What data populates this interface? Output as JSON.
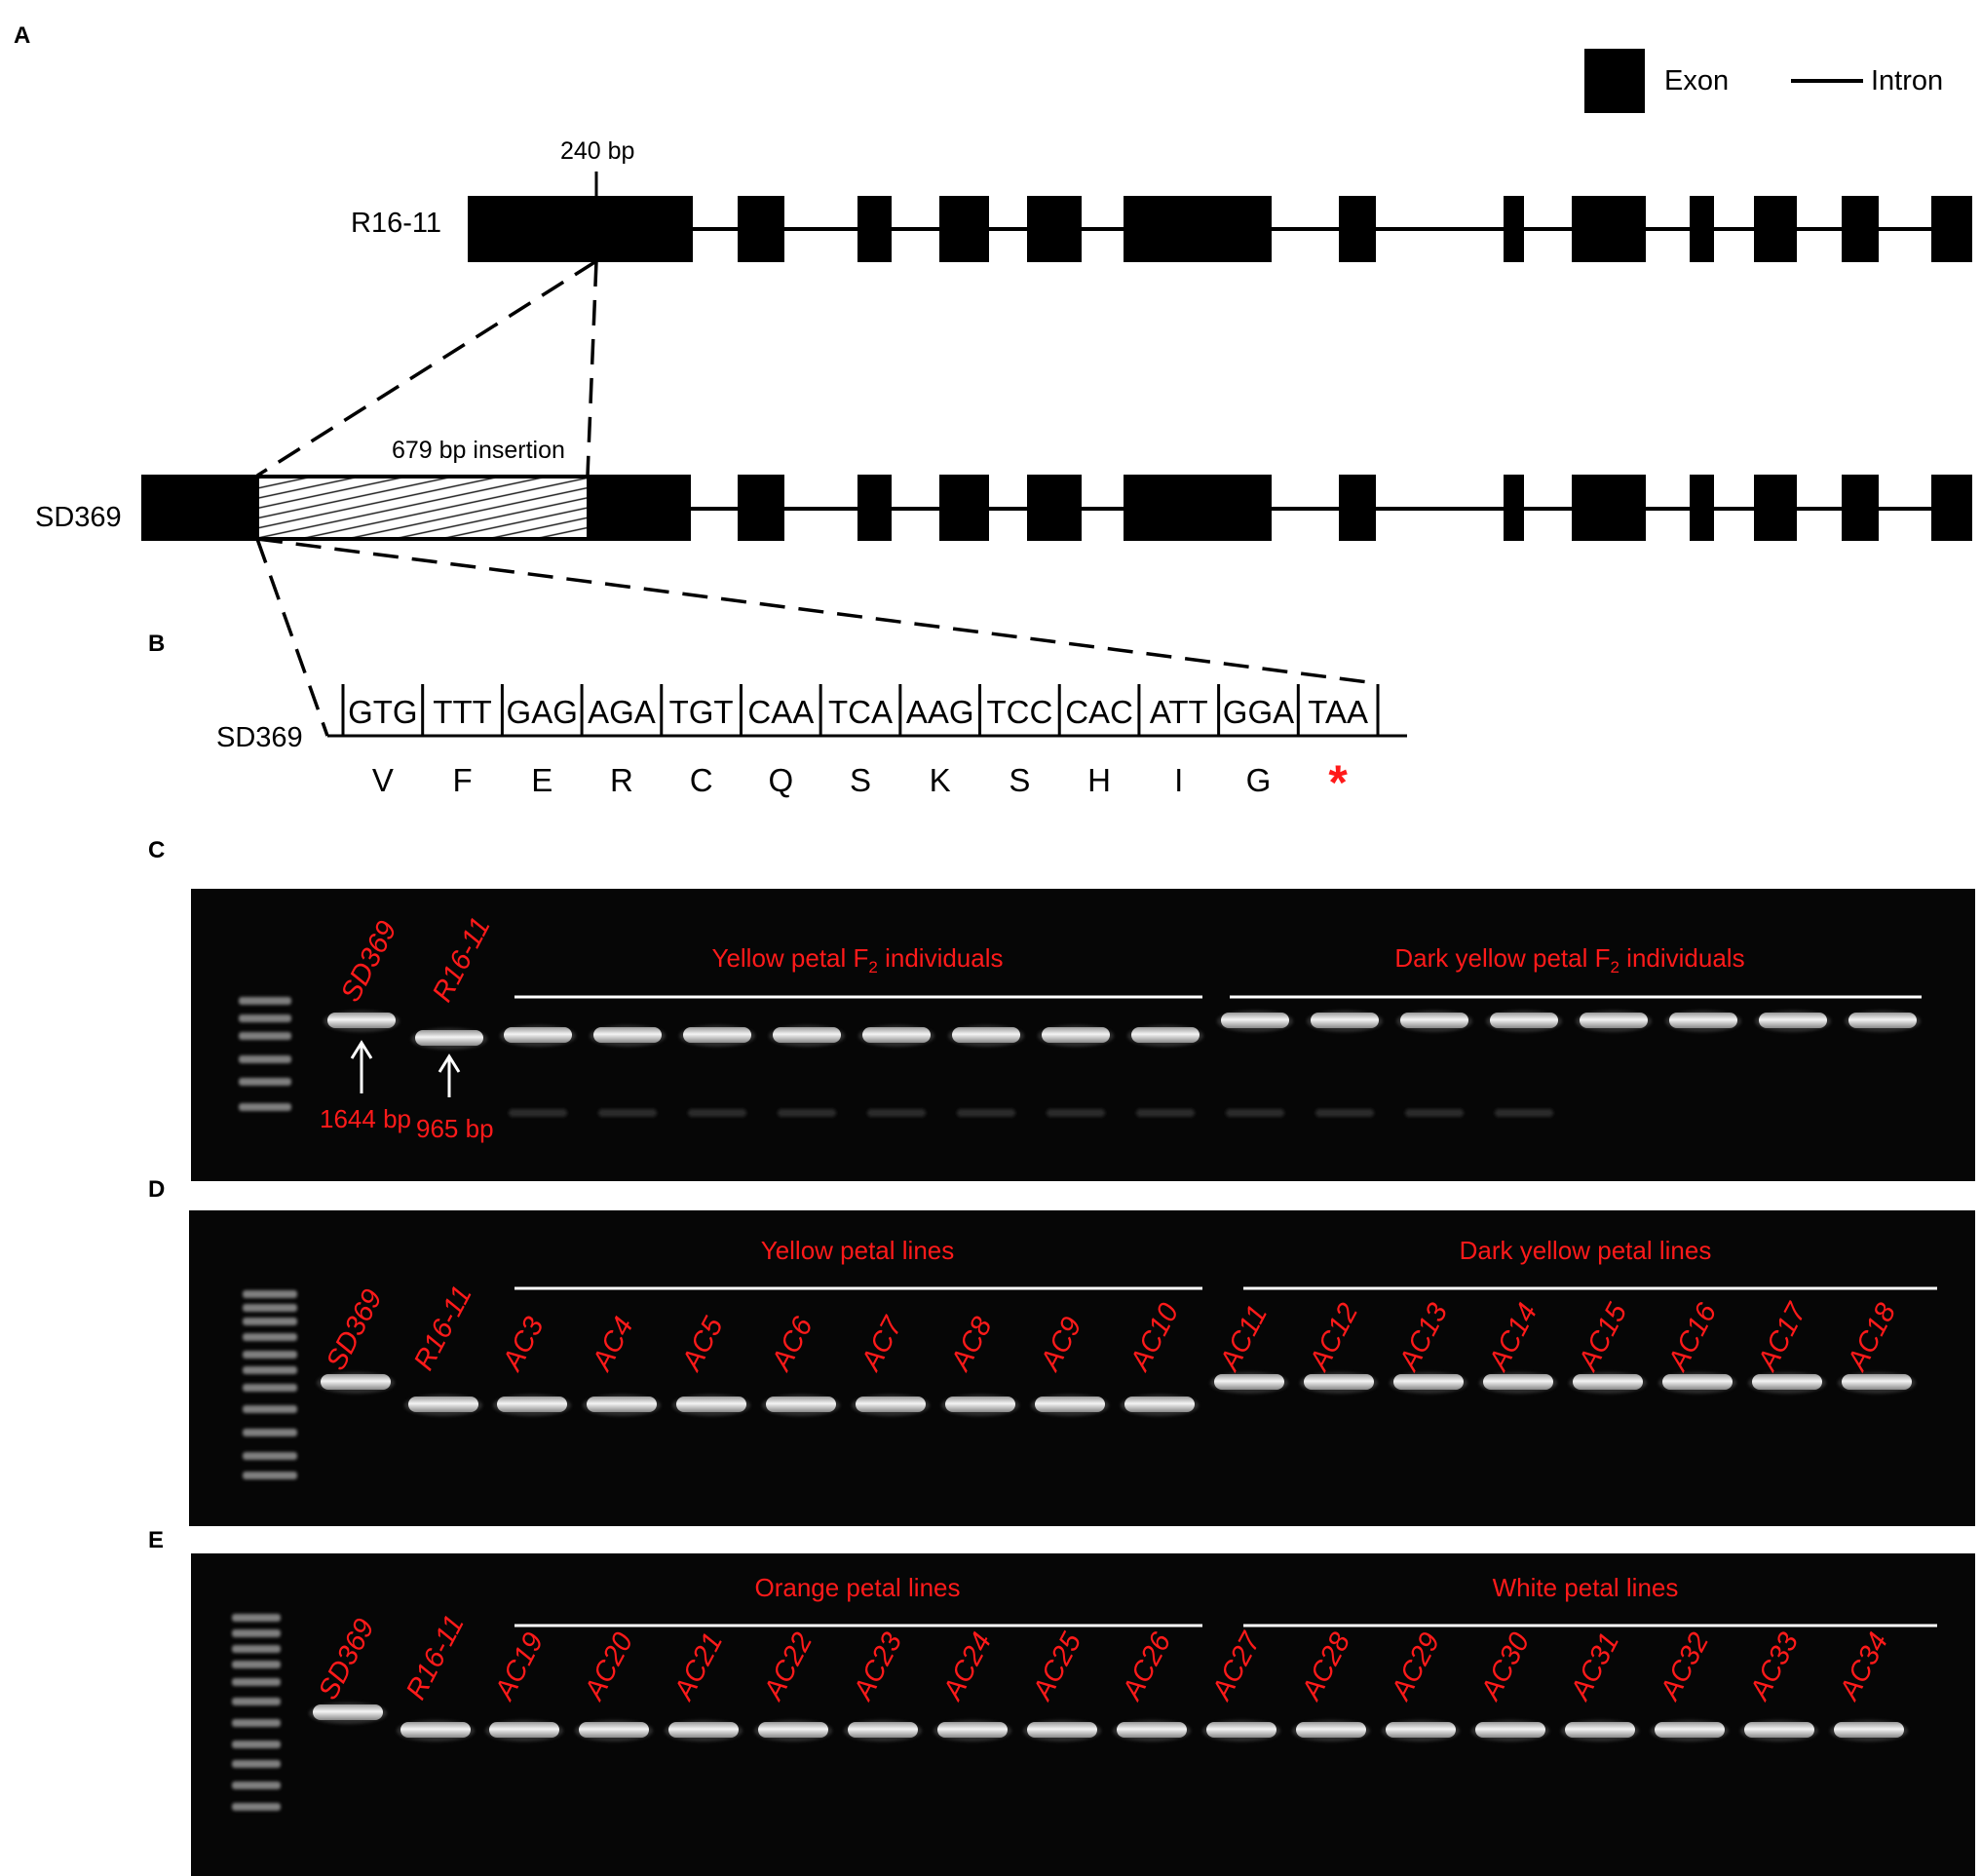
{
  "panels": {
    "A": "A",
    "B": "B",
    "C": "C",
    "D": "D",
    "E": "E"
  },
  "legend": {
    "exon": "Exon",
    "intron": "Intron"
  },
  "gene_structure": {
    "r16_label": "R16-11",
    "sd369_label": "SD369",
    "position_label": "240 bp",
    "insertion_label": "679 bp insertion",
    "exon_count": 13
  },
  "sequence": {
    "label": "SD369",
    "codons": [
      "GTG",
      "TTT",
      "GAG",
      "AGA",
      "TGT",
      "CAA",
      "TCA",
      "AAG",
      "TCC",
      "CAC",
      "ATT",
      "GGA",
      "TAA"
    ],
    "amino_acids": [
      "V",
      "F",
      "E",
      "R",
      "C",
      "Q",
      "S",
      "K",
      "S",
      "H",
      "I",
      "G",
      "*"
    ]
  },
  "gel_C": {
    "lane_sd369": "SD369",
    "lane_r16": "R16-11",
    "group1": "Yellow petal F",
    "group1_sub": "2",
    "group1_tail": " individuals",
    "group2": "Dark yellow petal F",
    "group2_sub": "2",
    "group2_tail": " individuals",
    "size_sd369": "1644 bp",
    "size_r16": "965 bp"
  },
  "gel_D": {
    "lanes": [
      "SD369",
      "R16-11",
      "AC3",
      "AC4",
      "AC5",
      "AC6",
      "AC7",
      "AC8",
      "AC9",
      "AC10",
      "AC11",
      "AC12",
      "AC13",
      "AC14",
      "AC15",
      "AC16",
      "AC17",
      "AC18"
    ],
    "group1": "Yellow petal lines",
    "group2": "Dark yellow petal lines"
  },
  "gel_E": {
    "lanes": [
      "SD369",
      "R16-11",
      "AC19",
      "AC20",
      "AC21",
      "AC22",
      "AC23",
      "AC24",
      "AC25",
      "AC26",
      "AC27",
      "AC28",
      "AC29",
      "AC30",
      "AC31",
      "AC32",
      "AC33",
      "AC34"
    ],
    "group1": "Orange petal lines",
    "group2": "White petal lines"
  },
  "colors": {
    "gel_background": "#060606",
    "annotation_red": "#ff1a1a",
    "band": "#e6e6e6"
  }
}
